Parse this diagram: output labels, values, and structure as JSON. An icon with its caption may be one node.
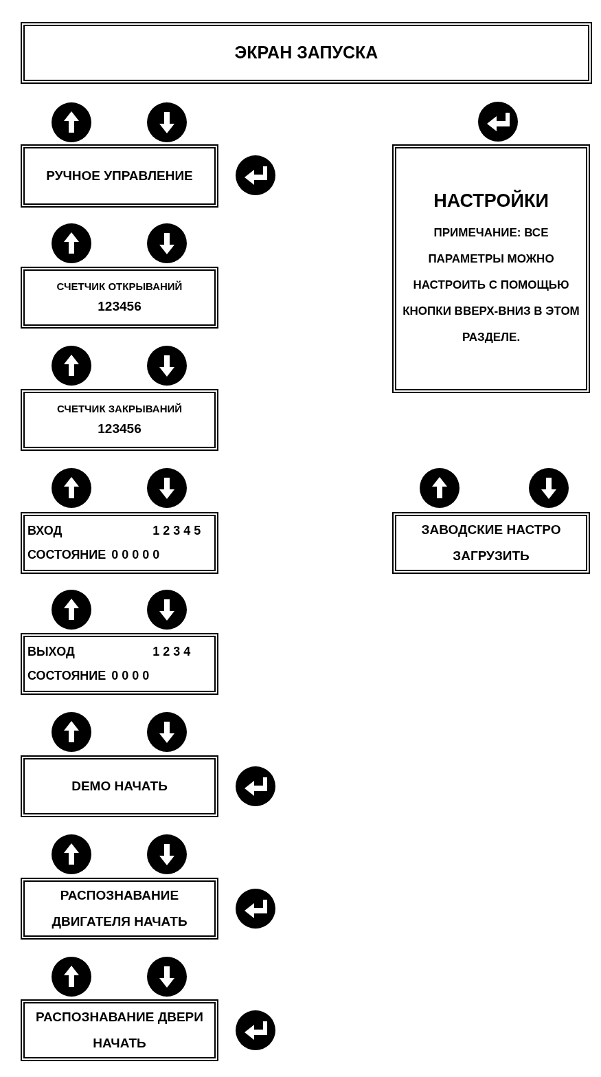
{
  "diagram": {
    "nodes": [
      {
        "text": [
          "ЭКРАН ЗАПУСКА"
        ]
      },
      {
        "text": [
          "РУЧНОЕ УПРАВЛЕНИЕ"
        ]
      },
      {
        "text": [
          "СЧЕТЧИК ОТКРЫВАНИЙ",
          "123456"
        ]
      },
      {
        "text": [
          "СЧЕТЧИК ЗАКРЫВАНИЙ",
          "123456"
        ]
      },
      {
        "text": [
          "ВХОД",
          "1 2 3 4 5",
          "СОСТОЯНИЕ",
          "0 0 0 0 0"
        ]
      },
      {
        "text": [
          "ВЫХОД",
          "1 2 3 4",
          "СОСТОЯНИЕ",
          "0 0 0 0"
        ]
      },
      {
        "text": [
          "DEMO НАЧАТЬ"
        ]
      },
      {
        "text": [
          "РАСПОЗНАВАНИЕ ДВИГАТЕЛЯ НАЧАТЬ"
        ]
      },
      {
        "text": [
          "РАСПОЗНАВАНИЕ ДВЕРИ НАЧАТЬ"
        ]
      },
      {
        "text": [
          "НАСТРОЙКИ",
          "ПРИМЕЧАНИЕ: ВСЕ ПАРАМЕТРЫ МОЖНО НАСТРОИТЬ С ПОМОЩЬЮ КНОПКИ ВВЕРХ-ВНИЗ В ЭТОМ РАЗДЕЛЕ."
        ]
      },
      {
        "text": [
          "ЗАВОДСКИЕ НАСТРО ЗАГРУЗИТЬ"
        ]
      }
    ]
  }
}
